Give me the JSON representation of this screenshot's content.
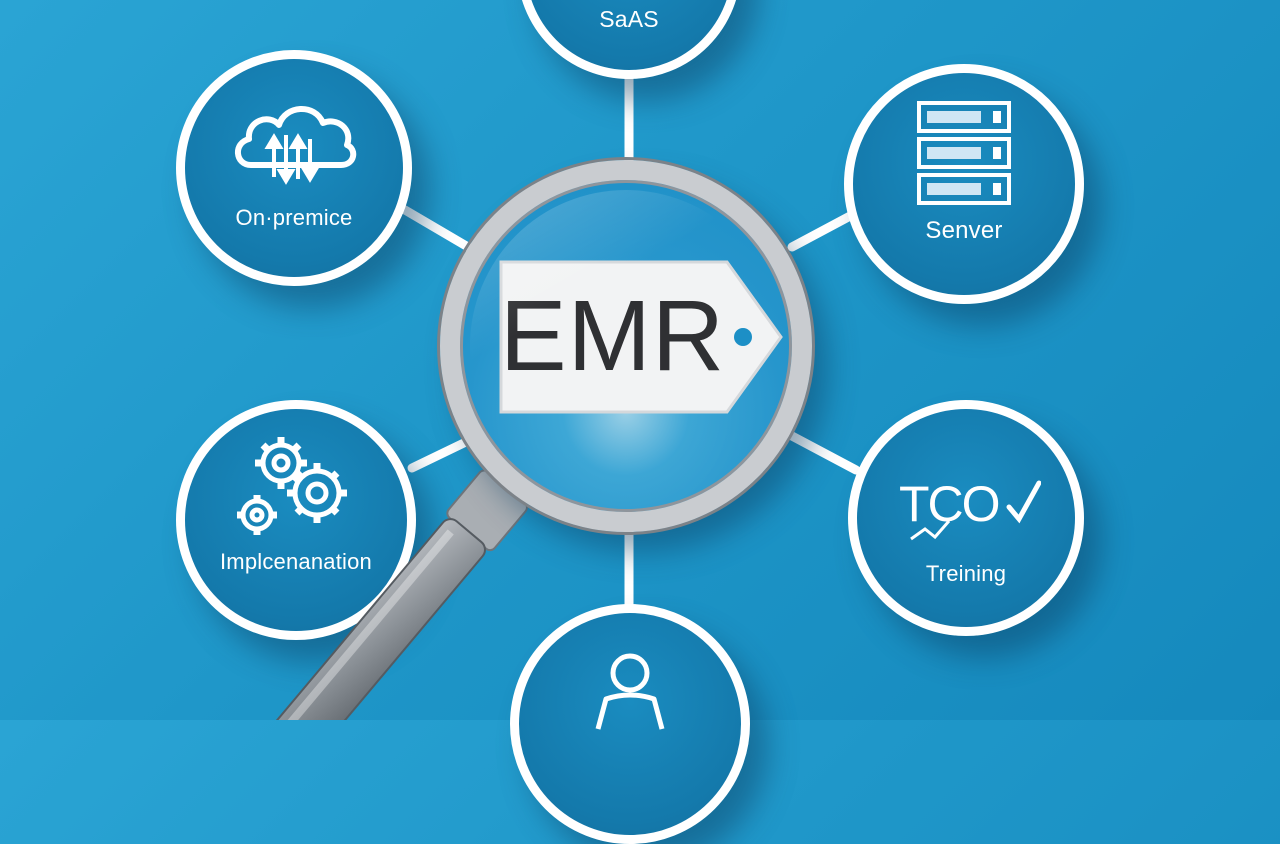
{
  "center": {
    "label": "EMR"
  },
  "nodes": {
    "saas": {
      "label": "SaAS"
    },
    "on_premise": {
      "label": "On·premice",
      "icon": "cloud-transfer-icon"
    },
    "server": {
      "label": "Senver",
      "icon": "server-rack-icon"
    },
    "implementation": {
      "label": "Implcenanation",
      "icon": "gears-icon"
    },
    "tco": {
      "label": "Treining",
      "icon_text": "TCO",
      "icon": "tco-check-icon"
    },
    "person": {
      "icon": "person-icon"
    }
  },
  "colors": {
    "background": "#1f97c9",
    "node_fill": "#1479ab",
    "node_border": "#ffffff",
    "lens_rim": "#c9ccd0",
    "tag_fill": "#f2f3f4",
    "text_dark": "#2f3033"
  }
}
